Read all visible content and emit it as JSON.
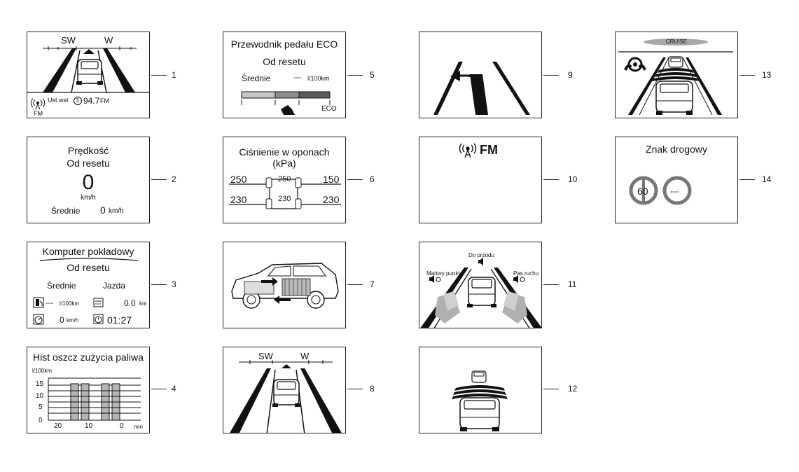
{
  "callouts": [
    "1",
    "2",
    "3",
    "4",
    "5",
    "6",
    "7",
    "8",
    "9",
    "10",
    "11",
    "12",
    "13",
    "14"
  ],
  "p1": {
    "compass_left": "SW",
    "compass_right": "W",
    "preset_label": "Ust.wst",
    "preset_num": "3",
    "freq": "94.7",
    "band_small": "FM",
    "band": "FM"
  },
  "p2": {
    "title": "Prędkość",
    "subtitle": "Od resetu",
    "speed": "0",
    "unit": "km/h",
    "avg_label": "Średnie",
    "avg_value": "0",
    "avg_unit": "km/h"
  },
  "p3": {
    "title": "Komputer pokładowy",
    "subtitle": "Od resetu",
    "col1": "Średnie",
    "col2": "Jazda",
    "fuel_value": "---",
    "fuel_unit": "l/100km",
    "dist_value": "0.0",
    "dist_unit": "km",
    "speed_value": "0",
    "speed_unit": "km/h",
    "time_value": "01:27"
  },
  "p4": {
    "title": "Hist oszcz zużycia paliwa",
    "ylabel": "l/100km",
    "yticks": [
      "15",
      "10",
      "5",
      "0"
    ],
    "xticks": [
      "20",
      "10",
      "0"
    ],
    "xunit": "min"
  },
  "p5": {
    "title": "Przewodnik pedału ECO",
    "subtitle": "Od resetu",
    "avg_label": "Średnie",
    "avg_value": "---",
    "avg_unit": "l/100km",
    "eco_label": "ECO"
  },
  "p6": {
    "title": "Ciśnienie w oponach",
    "unit": "(kPa)",
    "fl": "250",
    "fc": "250",
    "fr": "150",
    "rl": "230",
    "rc": "230",
    "rr": "230"
  },
  "p8": {
    "compass_left": "SW",
    "compass_right": "W"
  },
  "p10": {
    "band": "FM"
  },
  "p11": {
    "front": "Do przodu",
    "blind": "Martwy punkt",
    "lane": "Pas ruchu"
  },
  "p13": {
    "cruise": "CRUISE"
  },
  "p14": {
    "title": "Znak drogowy",
    "limit": "60",
    "other": "---"
  },
  "colors": {
    "line": "#111111",
    "gray_light": "#bdbdbd",
    "gray_mid": "#8a8a8a",
    "gray_dark": "#555555"
  }
}
